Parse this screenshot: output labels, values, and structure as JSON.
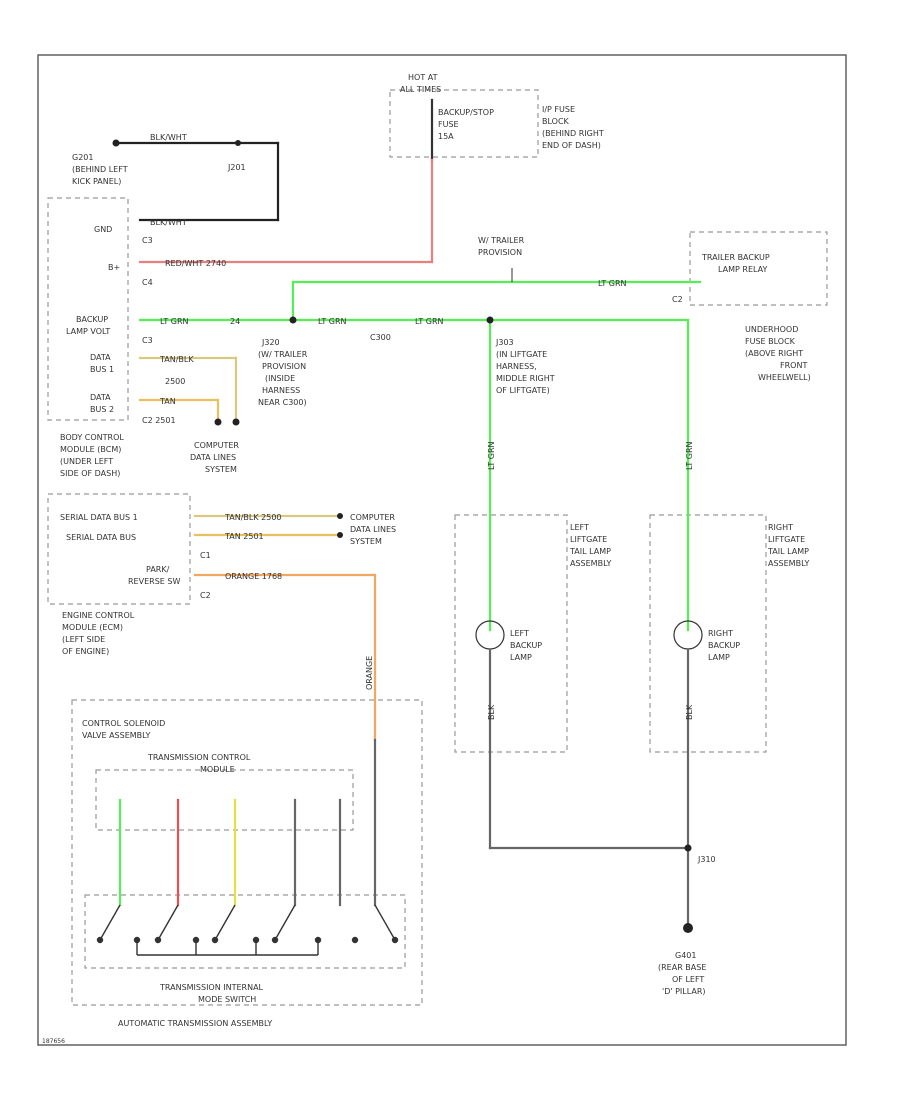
{
  "colors": {
    "lt_grn": "#55ee55",
    "red_wht": "#e88080",
    "orange": "#f0a860",
    "tan": "#e8c060",
    "tan_blk": "#d8c880",
    "blk": "#666666",
    "dark": "#222222"
  },
  "labels": {
    "hot_at": "HOT AT",
    "all_times": "ALL TIMES",
    "backup_stop_fuse": "BACKUP/STOP",
    "fuse_word": "FUSE",
    "fuse_rating": "15A",
    "ip_fuse_block_1": "I/P FUSE",
    "ip_fuse_block_2": "BLOCK",
    "ip_fuse_block_3": "(BEHIND RIGHT",
    "ip_fuse_block_4": "END OF DASH)",
    "g201_1": "G201",
    "g201_2": "(BEHIND LEFT",
    "g201_3": "KICK PANEL)",
    "j201": "J201",
    "blk_wht_top": "BLK/WHT",
    "blk_wht_2": "BLK/WHT",
    "gnd": "GND",
    "c3": "C3",
    "bplus": "B+",
    "c4": "C4",
    "red_wht_wire": "RED/WHT  2740",
    "trailer_provision_1": "W/ TRAILER",
    "trailer_provision_2": "PROVISION",
    "lt_grn_right": "LT GRN",
    "trailer_backup_relay_1": "TRAILER BACKUP",
    "trailer_backup_relay_2": "LAMP RELAY",
    "c2": "C2",
    "backup_lamp_volt_1": "BACKUP",
    "backup_lamp_volt_2": "LAMP VOLT",
    "lt_grn_1": "LT GRN",
    "wire_24": "24",
    "lt_grn_2": "LT GRN",
    "lt_grn_3": "LT GRN",
    "c300": "C300",
    "underhood_1": "UNDERHOOD",
    "underhood_2": "FUSE BLOCK",
    "underhood_3": "(ABOVE RIGHT",
    "underhood_4": "FRONT",
    "underhood_5": "WHEELWELL)",
    "c3b": "C3",
    "data_bus_1a": "DATA",
    "data_bus_1b": "BUS 1",
    "data_bus_2a": "DATA",
    "data_bus_2b": "BUS 2",
    "tan_blk_wire": "TAN/BLK",
    "tan_wire": "TAN",
    "n2500": "2500",
    "c2_2501": "C2  2501",
    "j320_1": "J320",
    "j320_2": "(W/ TRAILER",
    "j320_3": "PROVISION",
    "j320_4": "(INSIDE",
    "j320_5": "HARNESS",
    "j320_6": "NEAR C300)",
    "j303_1": "J303",
    "j303_2": "(IN LIFTGATE",
    "j303_3": "HARNESS,",
    "j303_4": "MIDDLE RIGHT",
    "j303_5": "OF LIFTGATE)",
    "computer_data_1": "COMPUTER",
    "computer_data_2": "DATA LINES",
    "computer_data_3": "SYSTEM",
    "bcm_1": "BODY CONTROL",
    "bcm_2": "MODULE (BCM)",
    "bcm_3": "(UNDER LEFT",
    "bcm_4": "SIDE OF DASH)",
    "serial_data_1": "SERIAL DATA BUS 1",
    "serial_data_2": "SERIAL DATA BUS",
    "tan_blk_2": "TAN/BLK  2500",
    "tan_2": "TAN  2501",
    "c1": "C1",
    "park_rev_1": "PARK/",
    "park_rev_2": "REVERSE SW",
    "c2b": "C2",
    "orange_wire": "ORANGE  1768",
    "computer_data_b1": "COMPUTER",
    "computer_data_b2": "DATA LINES",
    "computer_data_b3": "SYSTEM",
    "ecm_1": "ENGINE CONTROL",
    "ecm_2": "MODULE (ECM)",
    "ecm_3": "(LEFT SIDE",
    "ecm_4": "OF ENGINE)",
    "left_tail_1": "LEFT",
    "left_tail_2": "LIFTGATE",
    "left_tail_3": "TAIL LAMP",
    "left_tail_4": "ASSEMBLY",
    "right_tail_1": "RIGHT",
    "right_tail_2": "LIFTGATE",
    "right_tail_3": "TAIL LAMP",
    "right_tail_4": "ASSEMBLY",
    "left_backup_1": "LEFT",
    "left_backup_2": "BACKUP",
    "left_backup_3": "LAMP",
    "right_backup_1": "RIGHT",
    "right_backup_2": "BACKUP",
    "right_backup_3": "LAMP",
    "lt_grn_v1": "LT GRN",
    "lt_grn_v2": "LT GRN",
    "blk_v1": "BLK",
    "blk_v2": "BLK",
    "orange_v": "ORANGE",
    "csv_1": "CONTROL SOLENOID",
    "csv_2": "VALVE ASSEMBLY",
    "tcm_1": "TRANSMISSION CONTROL",
    "tcm_2": "MODULE",
    "j310": "J310",
    "g401_1": "G401",
    "g401_2": "(REAR BASE",
    "g401_3": "OF LEFT",
    "g401_4": "'D' PILLAR)",
    "tims_1": "TRANSMISSION INTERNAL",
    "tims_2": "MODE SWITCH",
    "ata": "AUTOMATIC TRANSMISSION ASSEMBLY",
    "fig_id": "187656"
  }
}
